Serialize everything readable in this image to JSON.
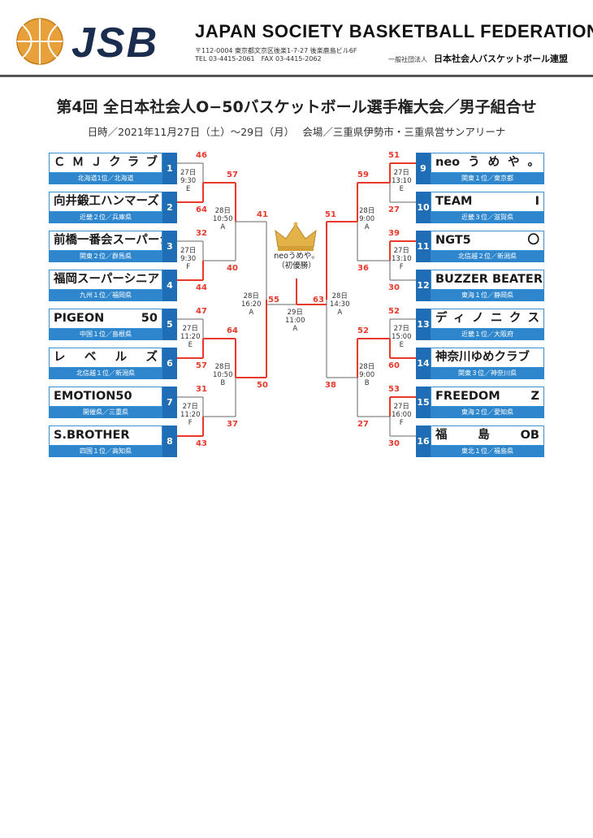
{
  "header": {
    "org_en": "JAPAN SOCIETY BASKETBALL FEDERATION",
    "logo_text": "JSB",
    "address": "〒112-0004 東京都文京区後楽1-7-27 後楽鹿島ビル6F",
    "tel": "TEL 03-4415-2061　FAX 03-4415-2062",
    "org_prefix": "一般社団法人",
    "org_jp": "日本社会人バスケットボール連盟",
    "colors": {
      "ball": "#e8a13a",
      "logo_navy": "#1b2d4f"
    }
  },
  "title": "第4回 全日本社会人O−50バスケットボール選手権大会／男子組合せ",
  "dates": "日時／2021年11月27日（土）〜29日（月）　 会場／三重県伊勢市・三重県営サンアリーナ",
  "teams": [
    {
      "no": "1",
      "name": "ＣＭＪクラブ",
      "sub": "北海道1位／北海道"
    },
    {
      "no": "2",
      "name": "向井鍛工ハンマーズ",
      "sub": "近畿２位／兵庫県"
    },
    {
      "no": "3",
      "name": "前橋一番会スーパーシニア",
      "sub": "関東２位／群馬県"
    },
    {
      "no": "4",
      "name": "福岡スーパーシニア",
      "sub": "九州１位／福岡県"
    },
    {
      "no": "5",
      "name": "PIGEON 50",
      "sub": "中国１位／島根県"
    },
    {
      "no": "6",
      "name": "レベルズ",
      "sub": "北信越１位／新潟県"
    },
    {
      "no": "7",
      "name": "EMOTION50",
      "sub": "開催県／三重県"
    },
    {
      "no": "8",
      "name": "S.BROTHER",
      "sub": "四国１位／高知県"
    },
    {
      "no": "9",
      "name": "neoうめや。",
      "sub": "関東１位／東京都"
    },
    {
      "no": "10",
      "name": "TEAM I",
      "sub": "近畿３位／滋賀県"
    },
    {
      "no": "11",
      "name": "NGT5〇",
      "sub": "北信越２位／新潟県"
    },
    {
      "no": "12",
      "name": "BUZZER BEATER SP",
      "sub": "東海１位／静岡県"
    },
    {
      "no": "13",
      "name": "ディノニクス",
      "sub": "近畿１位／大阪府"
    },
    {
      "no": "14",
      "name": "神奈川ゆめクラブ",
      "sub": "関東３位／神奈川県"
    },
    {
      "no": "15",
      "name": "FREEDOM Z",
      "sub": "東海２位／愛知県"
    },
    {
      "no": "16",
      "name": "福島OB",
      "sub": "東北１位／福島県"
    }
  ],
  "scores": {
    "r1": [
      "46",
      "64",
      "32",
      "44",
      "47",
      "57",
      "31",
      "43",
      "51",
      "27",
      "39",
      "30",
      "52",
      "60",
      "53",
      "30"
    ],
    "qf": [
      "57",
      "40",
      "64",
      "37",
      "59",
      "36",
      "52",
      "27"
    ],
    "sf": [
      "41",
      "50",
      "51",
      "38"
    ],
    "final": [
      "55",
      "63"
    ]
  },
  "games": {
    "r1": [
      "27日\n9:30\nE",
      "27日\n9:30\nF",
      "27日\n11:20\nE",
      "27日\n11:20\nF",
      "27日\n13:10\nE",
      "27日\n13:10\nF",
      "27日\n15:00\nE",
      "27日\n16:00\nF"
    ],
    "qf": [
      "28日\n10:50\nA",
      "28日\n10:50\nB",
      "28日\n9:00\nA",
      "28日\n9:00\nB"
    ],
    "sf": [
      "28日\n16:20\nA",
      "28日\n14:30\nA"
    ],
    "final": "29日\n11:00\nA"
  },
  "champion": "neoうめや。\n（初優勝）",
  "colors": {
    "win": "#e8392b",
    "lose": "#666666",
    "team_blue": "#2e86cd",
    "num_blue": "#1f6db4"
  }
}
